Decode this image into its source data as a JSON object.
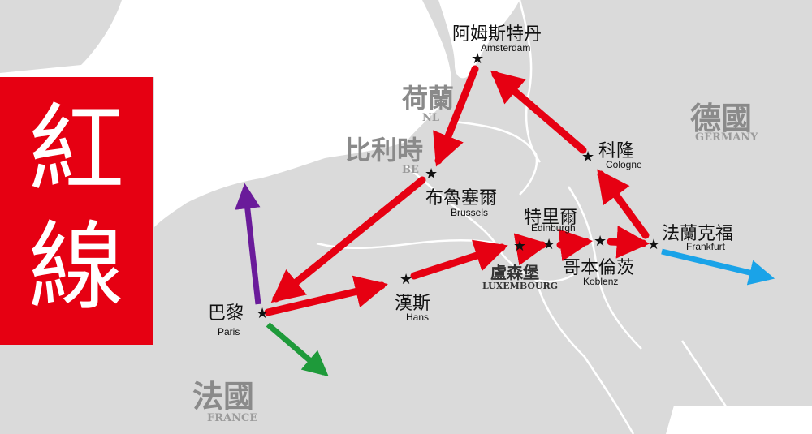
{
  "title": {
    "line1": "紅",
    "line2": "線"
  },
  "colors": {
    "route": "#e60012",
    "purple": "#6a1b9a",
    "green": "#1e9a3a",
    "blue": "#1aa3e8",
    "land": "#dadada",
    "sea": "#ffffff",
    "border": "#ffffff"
  },
  "countries": {
    "nl": {
      "cn": "荷蘭",
      "en": "NL"
    },
    "be": {
      "cn": "比利時",
      "en": "BE"
    },
    "de": {
      "cn": "德國",
      "en": "GERMANY"
    },
    "fr": {
      "cn": "法國",
      "en": "FRANCE"
    },
    "lu": {
      "cn": "盧森堡",
      "en": "LUXEMBOURG"
    }
  },
  "cities": {
    "amsterdam": {
      "cn": "阿姆斯特丹",
      "en": "Amsterdam"
    },
    "brussels": {
      "cn": "布魯塞爾",
      "en": "Brussels"
    },
    "paris": {
      "cn": "巴黎",
      "en": "Paris"
    },
    "hans": {
      "cn": "漢斯",
      "en": "Hans"
    },
    "edinburgh": {
      "cn": "特里爾",
      "en": "Edinburgh"
    },
    "koblenz": {
      "cn": "哥本倫茨",
      "en": "Koblenz"
    },
    "frankfurt": {
      "cn": "法蘭克福",
      "en": "Frankfurt"
    },
    "cologne": {
      "cn": "科隆",
      "en": "Cologne"
    }
  },
  "star_glyph": "★"
}
